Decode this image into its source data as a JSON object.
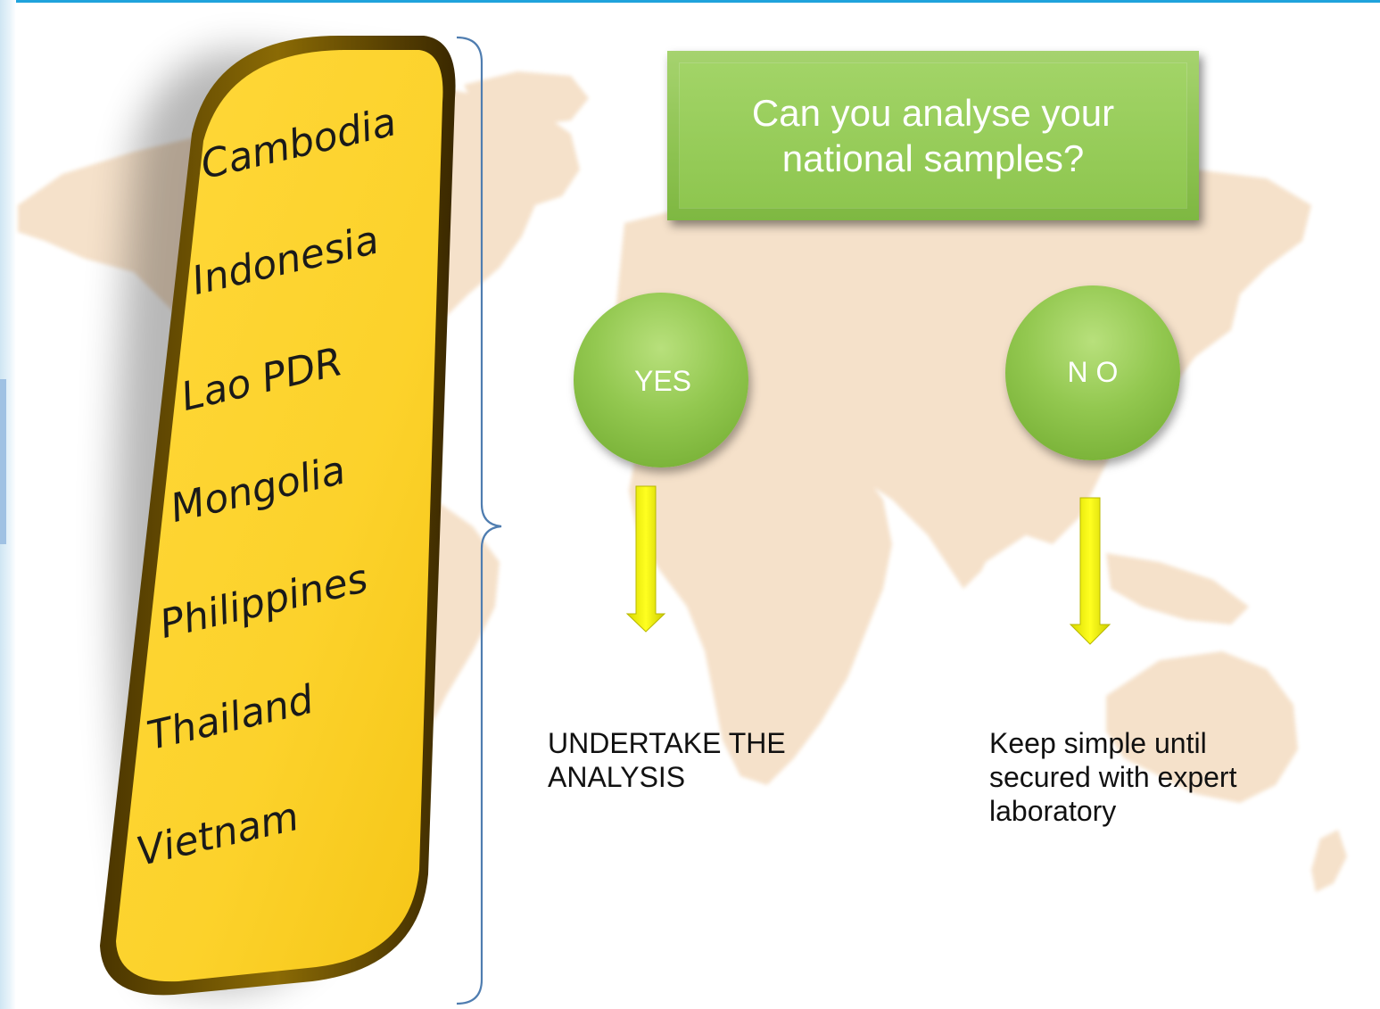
{
  "countries": [
    "Cambodia",
    "Indonesia",
    "Lao PDR",
    "Mongolia",
    "Philippines",
    "Thailand",
    "Vietnam"
  ],
  "question": "Can you analyse your national samples?",
  "options": {
    "yes": {
      "label": "YES",
      "outcome": "UNDERTAKE THE ANALYSIS"
    },
    "no": {
      "label": "N O",
      "outcome": "Keep simple until secured with expert laboratory"
    }
  },
  "colors": {
    "accent_blue": "#1fa3dc",
    "bar_gold": "#fcd22b",
    "box_green": "#8ec64f",
    "arrow_yellow": "#f3f200",
    "map_beige": "#f3dcc3"
  }
}
